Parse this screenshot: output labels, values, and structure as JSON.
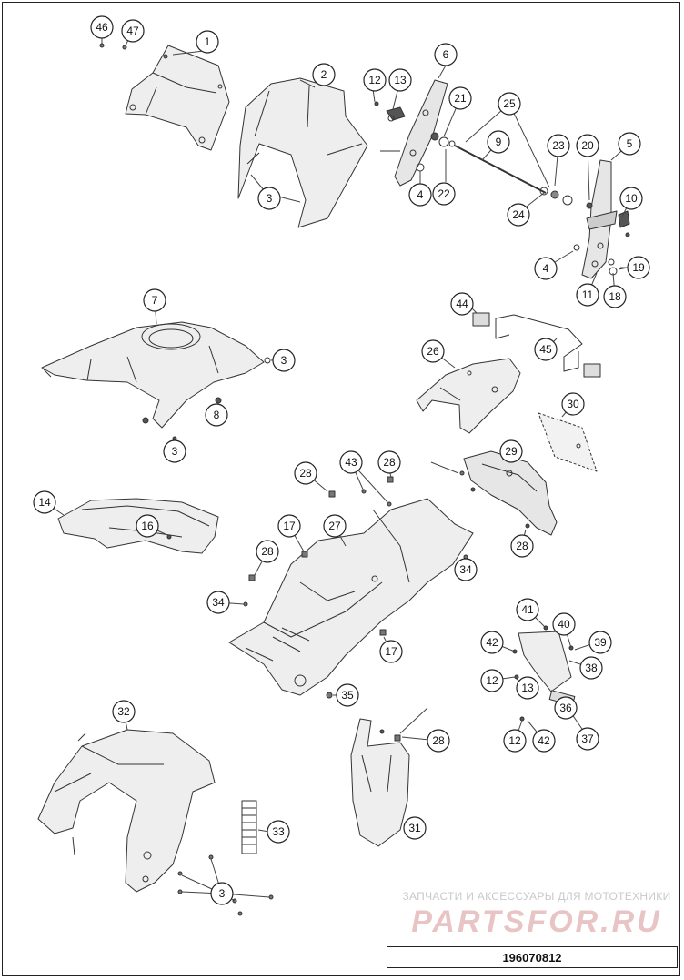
{
  "diagram": {
    "callouts": [
      "1",
      "2",
      "3",
      "3",
      "3",
      "3",
      "4",
      "4",
      "5",
      "6",
      "7",
      "8",
      "9",
      "10",
      "11",
      "12",
      "12",
      "12",
      "13",
      "13",
      "14",
      "16",
      "17",
      "17",
      "18",
      "19",
      "20",
      "21",
      "22",
      "23",
      "24",
      "25",
      "26",
      "27",
      "28",
      "28",
      "28",
      "28",
      "28",
      "29",
      "30",
      "31",
      "32",
      "33",
      "34",
      "34",
      "35",
      "36",
      "37",
      "38",
      "39",
      "40",
      "41",
      "42",
      "42",
      "43",
      "44",
      "45",
      "46",
      "47"
    ]
  },
  "watermark": {
    "subtitle": "ЗАПЧАСТИ И АКСЕССУАРЫ ДЛЯ МОТОТЕХНИКИ",
    "logo": "PARTSFOR.RU"
  },
  "footer": {
    "drawing_number": "196070812"
  }
}
